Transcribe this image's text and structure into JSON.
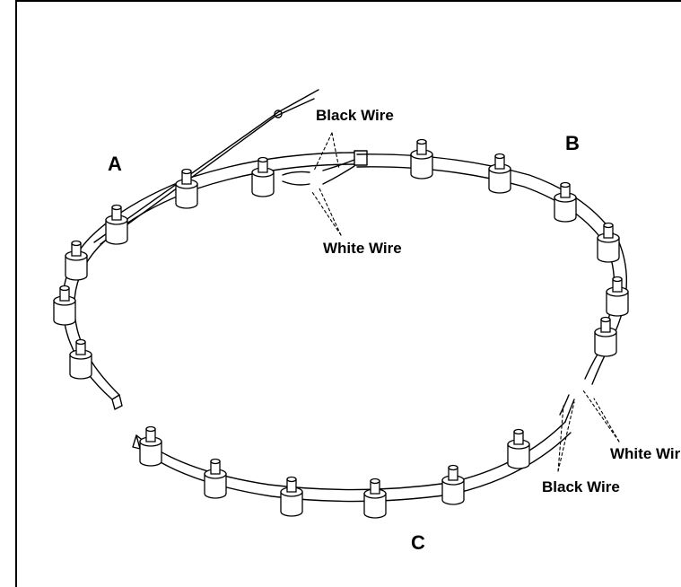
{
  "labels": {
    "section_a": "A",
    "section_b": "B",
    "section_c": "C",
    "black_wire_top": "Black Wire",
    "white_wire_top": "White Wire",
    "white_wire_right": "White Wir",
    "black_wire_bottom": "Black Wire"
  },
  "colors": {
    "line": "#000000",
    "background": "#ffffff"
  }
}
